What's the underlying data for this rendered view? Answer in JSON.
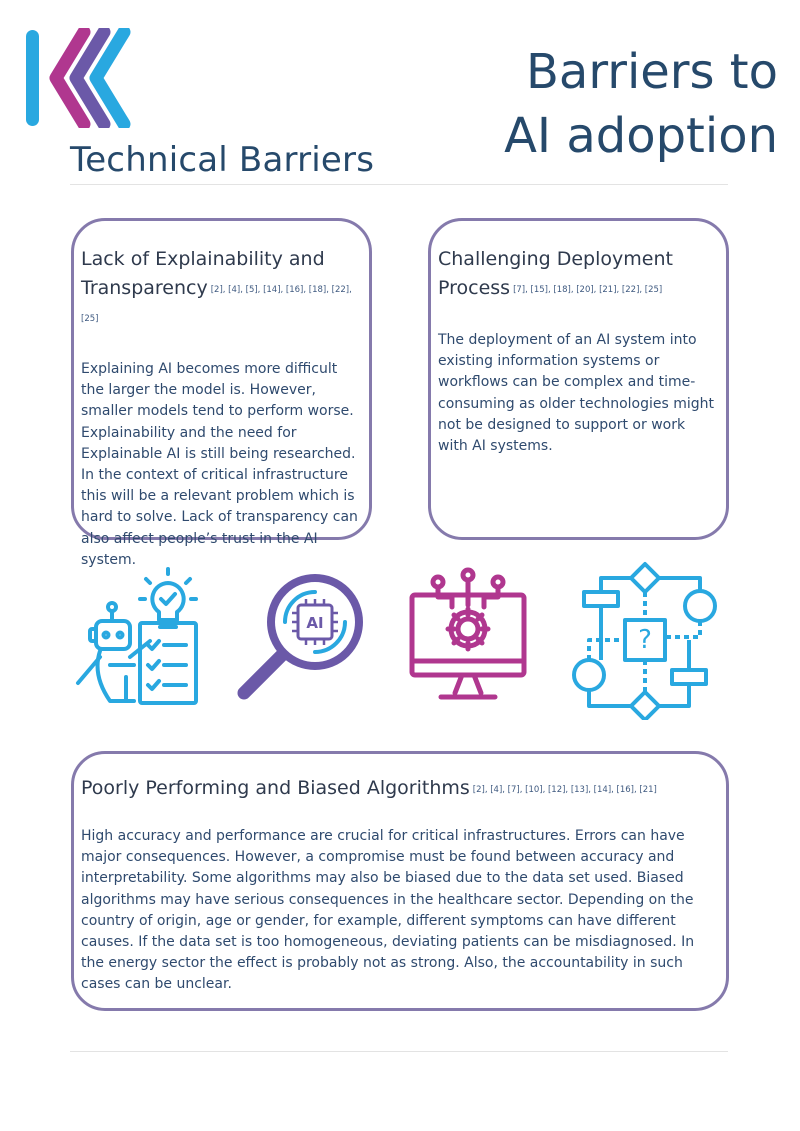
{
  "header": {
    "title_line1": "Barriers to",
    "title_line2": "AI adoption",
    "section_title": "Technical Barriers"
  },
  "cards": [
    {
      "title_line1": "Lack of Explainability and",
      "title_line2": "Transparency",
      "refs": "[2], [4], [5], [14], [16], [18], [22], [25]",
      "body": "Explaining AI becomes more difficult the larger the model is. However, smaller models tend to perform worse. Explainability and the need for Explainable AI is still being researched. In the context of critical infrastructure this will be a relevant problem which is hard to solve. Lack of transparency can also affect people’s trust in the AI system."
    },
    {
      "title_line1": "Challenging Deployment",
      "title_line2": "Process",
      "refs": "[7], [15], [18], [20], [21], [22], [25]",
      "body": "The deployment of an AI system into existing information systems or workflows can be complex and time-consuming as older technologies might not be designed to support or work with AI systems."
    },
    {
      "title_line1": "Poorly Performing and Biased Algorithms",
      "refs": "[2], [4], [7], [10], [12], [13], [14], [16], [21]",
      "body": "High accuracy and performance are crucial for critical infrastructures. Errors can have major consequences. However, a compromise must be found between accuracy and interpretability. Some algorithms may also be biased due to the data set used. Biased algorithms may have serious consequences in the healthcare sector. Depending on the country of origin, age or gender, for example, different symptoms can have different causes. If the data set is too homogeneous, deviating patients can be misdiagnosed. In the energy sector the effect is probably not as strong. Also, the accountability in such cases can be unclear."
    }
  ],
  "icons": {
    "ai_label": "AI",
    "question_label": "?"
  },
  "colors": {
    "heading": "#26496b",
    "card_border": "#857aac",
    "cyan": "#29a8e0",
    "purple": "#6b59a8",
    "magenta": "#b0378f"
  }
}
